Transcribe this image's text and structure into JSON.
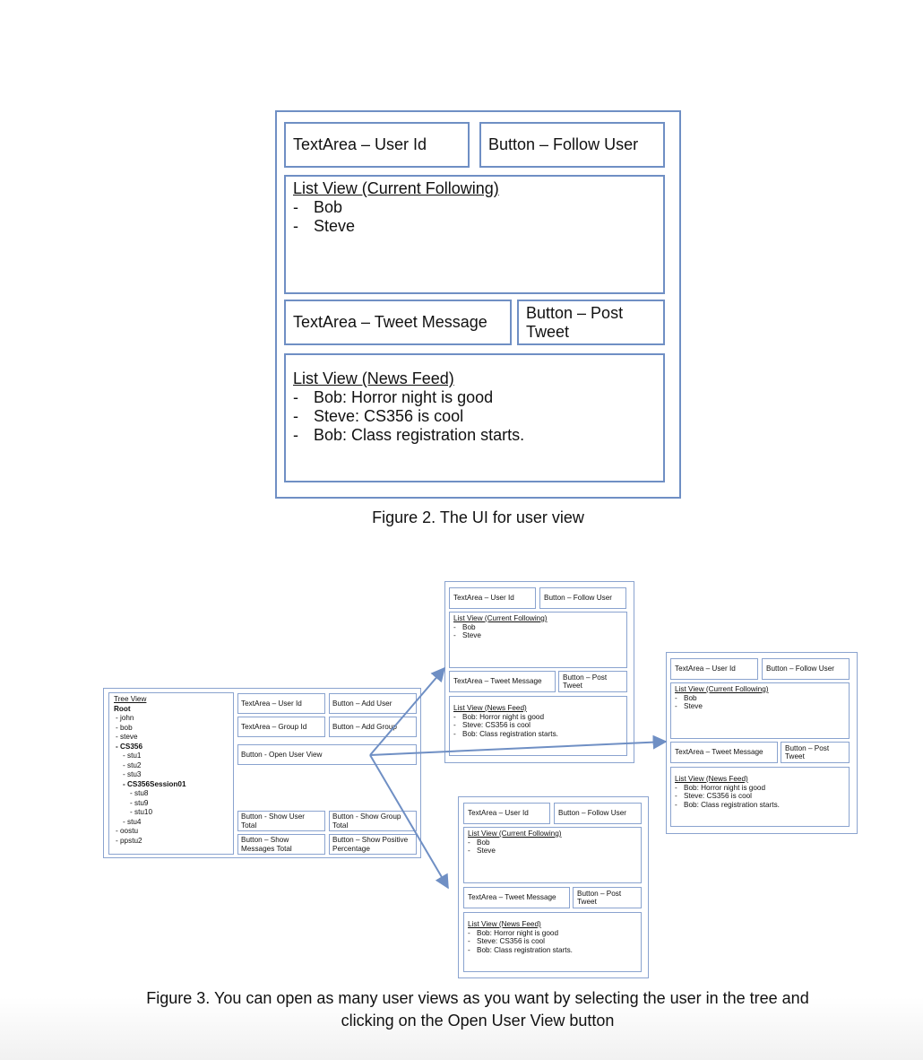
{
  "fig2": {
    "userid": "TextArea – User Id",
    "follow": "Button – Follow User",
    "following_title": "List View (Current Following)",
    "following": [
      "Bob",
      "Steve"
    ],
    "tweet_msg": "TextArea – Tweet Message",
    "post_l1": "Button – Post",
    "post_l2": "Tweet",
    "feed_title": "List View (News Feed)",
    "feed": [
      "Bob: Horror night is good",
      "Steve: CS356 is cool",
      "Bob: Class registration starts."
    ],
    "caption": "Figure 2. The UI for user view"
  },
  "admin": {
    "tree_title": "Tree View",
    "tree_root": "Root",
    "tree": [
      "- john",
      "- bob",
      "- steve",
      "- CS356",
      "- stu1",
      "- stu2",
      "- stu3",
      "- CS356Session01",
      "- stu8",
      "- stu9",
      "- stu10",
      "- stu4",
      "- oostu",
      "- ppstu2"
    ],
    "userid": "TextArea – User Id",
    "add_user": "Button – Add User",
    "groupid": "TextArea – Group Id",
    "add_group": "Button – Add Group",
    "open_view": "Button - Open User View",
    "show_user_total": "Button - Show User Total",
    "show_group_total": "Button - Show Group Total",
    "show_msg_total": "Button – Show Messages Total",
    "show_pos_pct": "Button – Show Positive Percentage"
  },
  "mini": {
    "userid": "TextArea – User Id",
    "follow": "Button – Follow User",
    "following_title": "List View (Current Following)",
    "following": [
      "Bob",
      "Steve"
    ],
    "tweet_msg": "TextArea – Tweet Message",
    "post_l1": "Button – Post",
    "post_l2": "Tweet",
    "feed_title": "List View (News Feed)",
    "feed": [
      "Bob: Horror night is good",
      "Steve: CS356 is cool",
      "Bob: Class registration starts."
    ]
  },
  "fig3_caption_l1": "Figure 3. You can open as many user views as you want by selecting the user in the tree and",
  "fig3_caption_l2": "clicking on the Open User View button",
  "colors": {
    "border": "#6f8fc4",
    "arrow": "#6f8fc4"
  }
}
